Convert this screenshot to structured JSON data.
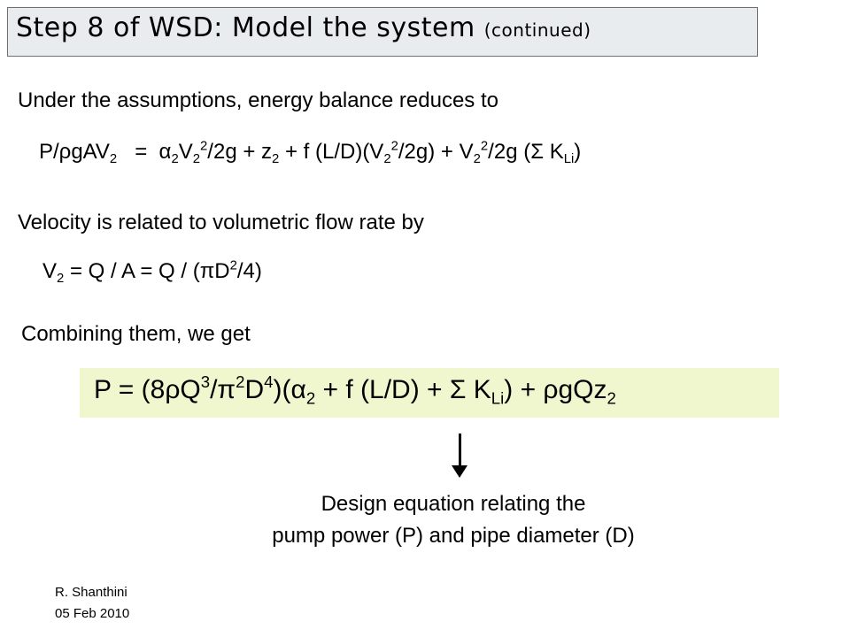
{
  "title": {
    "main": "Step 8 of WSD: Model the system",
    "sub": "(continued)"
  },
  "intro1": "Under the assumptions, energy balance reduces to",
  "intro2": "Velocity is related to volumetric flow rate by",
  "intro3": "Combining them, we get",
  "caption": {
    "line1": "Design equation relating the",
    "line2": "pump power (P) and pipe diameter (D)"
  },
  "footer": {
    "author": "R. Shanthini",
    "date": "05 Feb 2010"
  },
  "colors": {
    "title_bg": "#e9ecef",
    "highlight_bg": "#f0f7cf"
  },
  "icons": [
    "down-arrow-icon"
  ]
}
